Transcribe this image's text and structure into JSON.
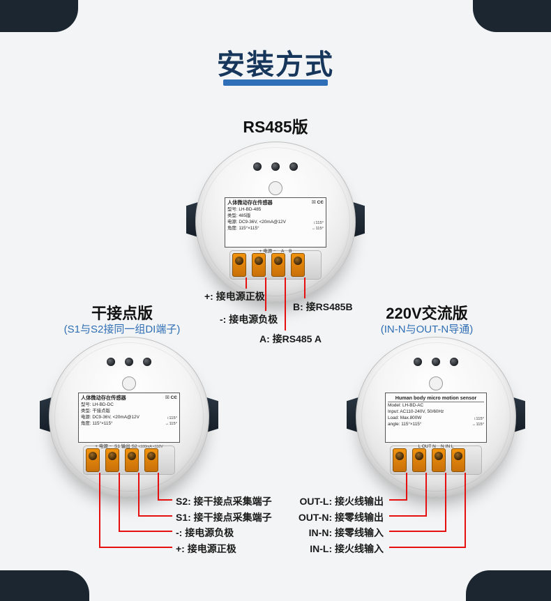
{
  "title": {
    "text": "安装方式"
  },
  "shared": {
    "ce": "CЄ",
    "weee": "☒",
    "angle_marks": [
      "↕115°",
      "↔115°"
    ]
  },
  "colors": {
    "accent_blue": "#2e6fb7",
    "annotation_red": "#e60f0f",
    "heading_navy": "#16365c"
  },
  "rs485": {
    "heading": "RS485版",
    "label": {
      "title": "人体微动存在传感器",
      "rows": [
        "型号: LH-BD-485",
        "类型: 485版",
        "电源: DC9-36V, <20mA@12V",
        "角度: 115°×115°"
      ],
      "ports": "+ 电源 −    A    B"
    },
    "annotations": {
      "plus": "+: 接电源正极",
      "minus": "-: 接电源负极",
      "a": "A: 接RS485 A",
      "b": "B: 接RS485B"
    }
  },
  "dry": {
    "heading": "干接点版",
    "subheading": "(S1与S2接同一组DI端子)",
    "label": {
      "title": "人体微动存在传感器",
      "rows": [
        "型号: LH-BD-DC",
        "类型: 干接点版",
        "电源: DC9-36V, <20mA@12V",
        "角度: 115°×115°"
      ],
      "ports": "+ 电源 −  S1 输出 S2",
      "ports_note": "<100mA <110V"
    },
    "annotations": {
      "s2": "S2: 接干接点采集端子",
      "s1": "S1: 接干接点采集端子",
      "minus": "-: 接电源负极",
      "plus": "+: 接电源正极"
    }
  },
  "ac": {
    "heading": "220V交流版",
    "subheading": "(IN-N与OUT-N导通)",
    "label": {
      "title": "Human body micro motion sensor",
      "rows": [
        "Model: LH-BD-AC",
        "Input: AC110-240V, 50/60Hz",
        "Load: Max.800W",
        "angle: 115°×115°"
      ],
      "ports": "L OUT N    N IN L"
    },
    "annotations": {
      "out_l": "OUT-L: 接火线输出",
      "out_n": "OUT-N: 接零线输出",
      "in_n": "IN-N: 接零线输入",
      "in_l": "IN-L: 接火线输入"
    }
  }
}
